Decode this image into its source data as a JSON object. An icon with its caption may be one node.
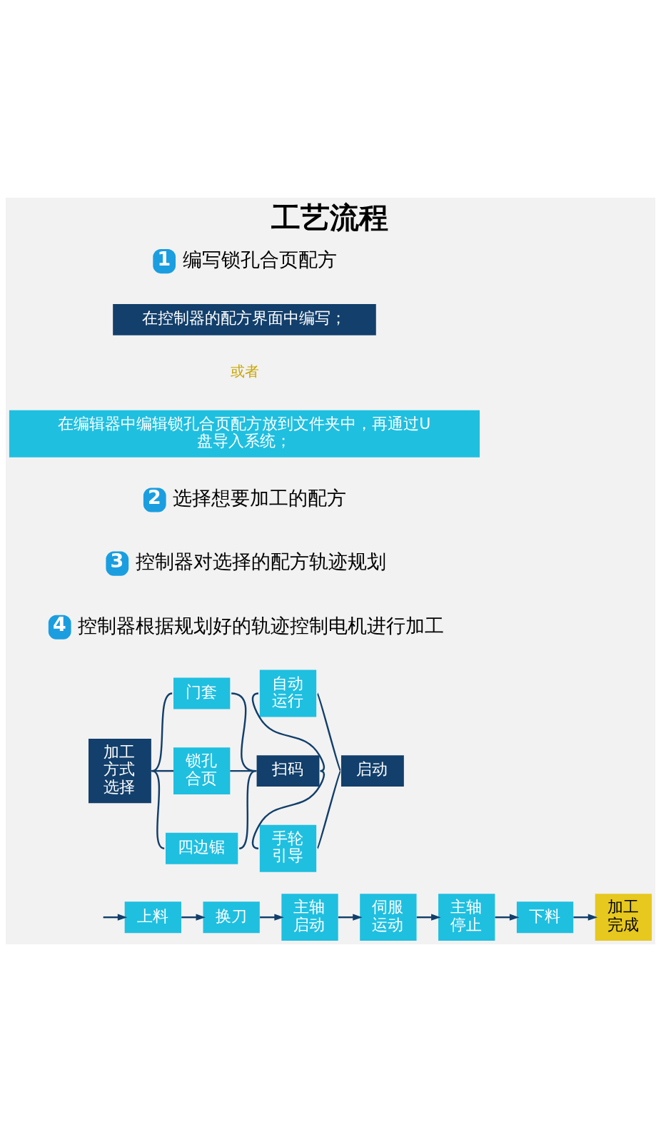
{
  "diagram": {
    "title": "工艺流程",
    "nodes": [
      {
        "text": [
          "在控制器的配方界面中编写；"
        ]
      },
      {
        "text": [
          "在编辑器中编辑锁孔合页配方放到文件夹中，再通过U盘导入系统；"
        ]
      },
      {
        "text": [
          "加工方式选择"
        ]
      },
      {
        "text": [
          "门套"
        ]
      },
      {
        "text": [
          "锁孔合页"
        ]
      },
      {
        "text": [
          "四边锯"
        ]
      },
      {
        "text": [
          "扫码"
        ]
      },
      {
        "text": [
          "自动运行"
        ]
      },
      {
        "text": [
          "手轮引导"
        ]
      },
      {
        "text": [
          "启动"
        ]
      },
      {
        "text": [
          "上料"
        ]
      },
      {
        "text": [
          "换刀"
        ]
      },
      {
        "text": [
          "主轴启动"
        ]
      },
      {
        "text": [
          "伺服运动"
        ]
      },
      {
        "text": [
          "主轴停止"
        ]
      },
      {
        "text": [
          "下料"
        ]
      },
      {
        "text": [
          "加工完成"
        ]
      }
    ],
    "edges": [
      {
        "from": 2,
        "to": 3,
        "arrow": "none"
      },
      {
        "from": 2,
        "to": 4,
        "arrow": "none"
      },
      {
        "from": 2,
        "to": 5,
        "arrow": "none"
      },
      {
        "from": 3,
        "to": 6,
        "arrow": "none"
      },
      {
        "from": 4,
        "to": 6,
        "arrow": "none"
      },
      {
        "from": 5,
        "to": 6,
        "arrow": "none"
      },
      {
        "from": 6,
        "to": 7,
        "arrow": "none"
      },
      {
        "from": 6,
        "to": 8,
        "arrow": "none"
      },
      {
        "from": 7,
        "to": 9,
        "arrow": "none"
      },
      {
        "from": 8,
        "to": 9,
        "arrow": "none"
      },
      {
        "from": null,
        "to": 10,
        "arrow": "to"
      },
      {
        "from": 10,
        "to": 11,
        "arrow": "to"
      },
      {
        "from": 11,
        "to": 12,
        "arrow": "to"
      },
      {
        "from": 12,
        "to": 13,
        "arrow": "to"
      },
      {
        "from": 13,
        "to": 14,
        "arrow": "to"
      },
      {
        "from": 14,
        "to": 15,
        "arrow": "to"
      },
      {
        "from": 15,
        "to": 16,
        "arrow": "to"
      }
    ],
    "labels": [
      "1",
      "编写锁孔合页配方",
      "或者",
      "2",
      "选择想要加工的配方",
      "3",
      "控制器对选择的配方轨迹规划",
      "4",
      "控制器根据规划好的轨迹控制电机进行加工"
    ]
  }
}
